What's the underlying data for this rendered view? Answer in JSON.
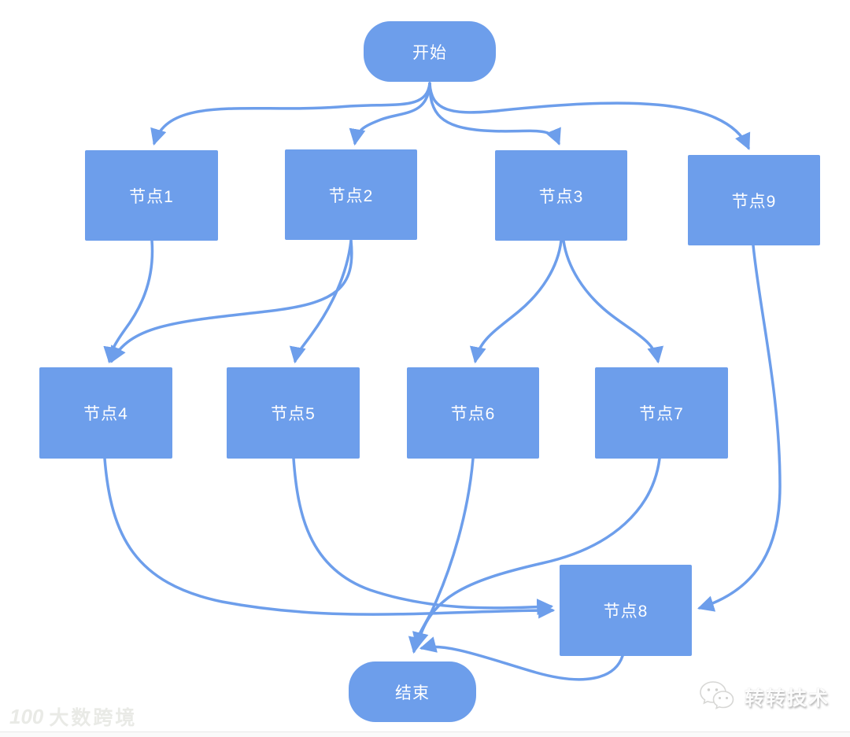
{
  "diagram": {
    "type": "flowchart",
    "node_fill_color": "#6d9eeb",
    "edge_color": "#6d9eeb",
    "node_text_color": "#ffffff",
    "background_color": "#ffffff",
    "nodes": [
      {
        "id": "start",
        "label": "开始",
        "shape": "rounded-terminal"
      },
      {
        "id": "node1",
        "label": "节点1",
        "shape": "rect"
      },
      {
        "id": "node2",
        "label": "节点2",
        "shape": "rect"
      },
      {
        "id": "node3",
        "label": "节点3",
        "shape": "rect"
      },
      {
        "id": "node9",
        "label": "节点9",
        "shape": "rect"
      },
      {
        "id": "node4",
        "label": "节点4",
        "shape": "rect"
      },
      {
        "id": "node5",
        "label": "节点5",
        "shape": "rect"
      },
      {
        "id": "node6",
        "label": "节点6",
        "shape": "rect"
      },
      {
        "id": "node7",
        "label": "节点7",
        "shape": "rect"
      },
      {
        "id": "node8",
        "label": "节点8",
        "shape": "rect"
      },
      {
        "id": "end",
        "label": "结束",
        "shape": "rounded-terminal"
      }
    ],
    "edges": [
      {
        "from": "start",
        "to": "node1"
      },
      {
        "from": "start",
        "to": "node2"
      },
      {
        "from": "start",
        "to": "node3"
      },
      {
        "from": "start",
        "to": "node9"
      },
      {
        "from": "node1",
        "to": "node4"
      },
      {
        "from": "node2",
        "to": "node4"
      },
      {
        "from": "node2",
        "to": "node5"
      },
      {
        "from": "node3",
        "to": "node6"
      },
      {
        "from": "node3",
        "to": "node7"
      },
      {
        "from": "node4",
        "to": "node8"
      },
      {
        "from": "node5",
        "to": "node8"
      },
      {
        "from": "node9",
        "to": "node8"
      },
      {
        "from": "node6",
        "to": "end"
      },
      {
        "from": "node7",
        "to": "end"
      },
      {
        "from": "node8",
        "to": "end"
      }
    ]
  },
  "watermarks": {
    "bottom_left_logo": "100",
    "bottom_left_text": "大数跨境",
    "bottom_right_icon": "wechat-bubbles-icon",
    "bottom_right_text": "转转技术"
  }
}
